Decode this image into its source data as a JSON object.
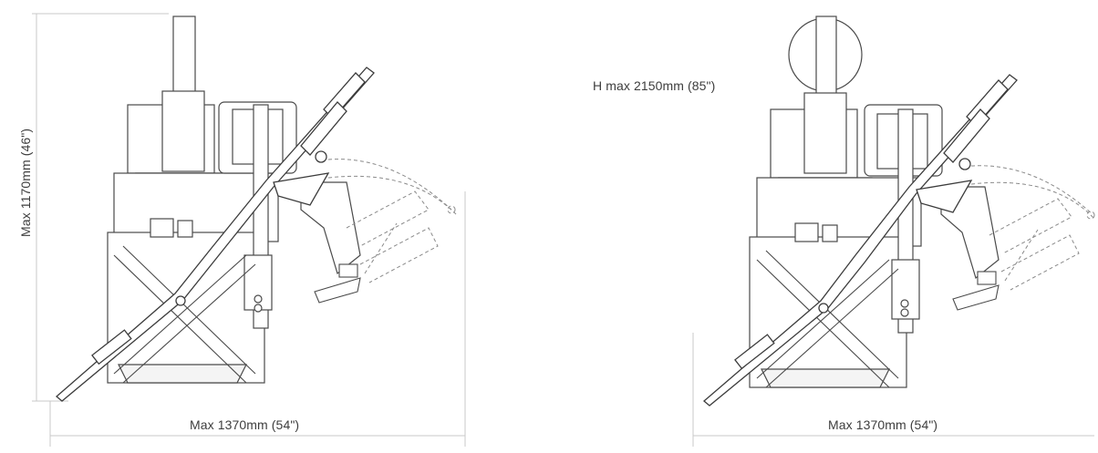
{
  "diagrams": [
    {
      "id": "left",
      "height_label": "Max 1170mm (46\")",
      "width_label": "Max 1370mm (54\")"
    },
    {
      "id": "right",
      "height_label": "H max 2150mm (85\")",
      "width_label": "Max 1370mm (54\")"
    }
  ],
  "colors": {
    "line": "#4a4a4a",
    "dashed": "#8a8a8a",
    "dimension": "#c8c8c8"
  }
}
